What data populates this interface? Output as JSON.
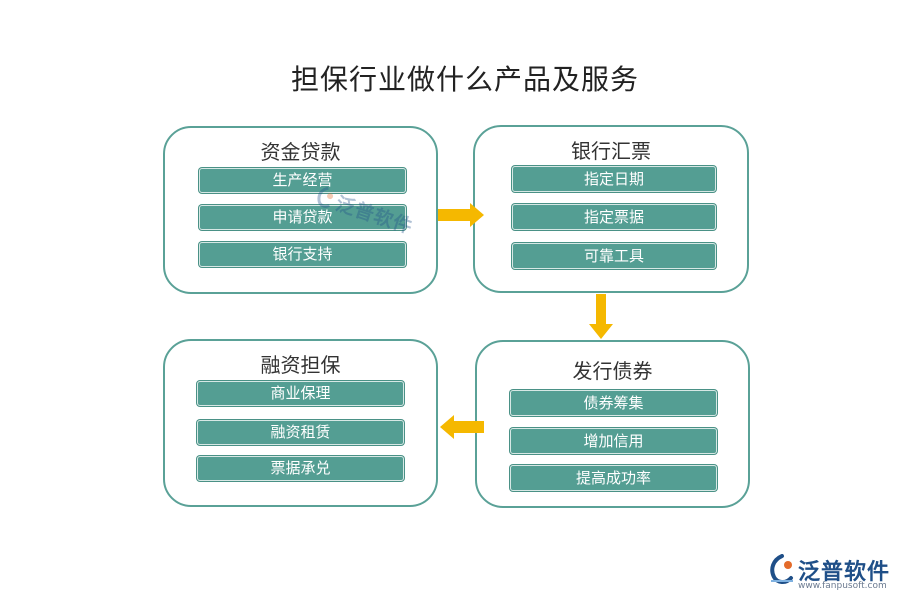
{
  "title": "担保行业做什么产品及服务",
  "boxes": {
    "zijin": {
      "title": "资金贷款",
      "items": [
        "生产经营",
        "申请贷款",
        "银行支持"
      ]
    },
    "yinhang": {
      "title": "银行汇票",
      "items": [
        "指定日期",
        "指定票据",
        "可靠工具"
      ]
    },
    "faxing": {
      "title": "发行债券",
      "items": [
        "债券筹集",
        "增加信用",
        "提高成功率"
      ]
    },
    "rongzi": {
      "title": "融资担保",
      "items": [
        "商业保理",
        "融资租赁",
        "票据承兑"
      ]
    }
  },
  "logo": {
    "name": "泛普软件",
    "url": "www.fanpusoft.com"
  },
  "watermark": "泛普软件",
  "colors": {
    "border": "#5aa197",
    "item": "#549e93",
    "arrow": "#f5b800",
    "logo": "#1f4f88"
  }
}
